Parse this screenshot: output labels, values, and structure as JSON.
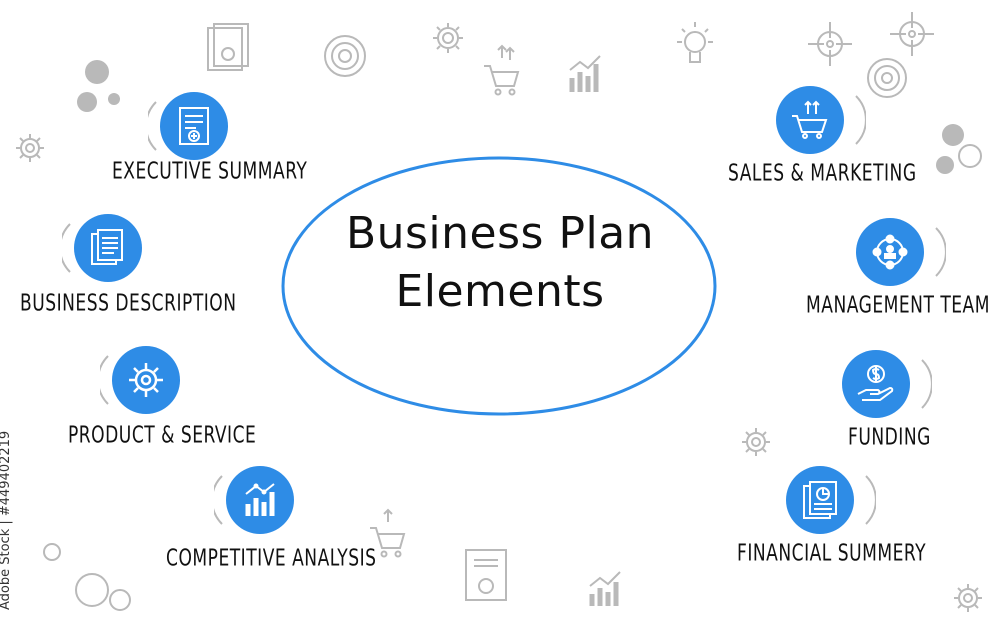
{
  "title": {
    "line1": "Business Plan",
    "line2": "Elements"
  },
  "colors": {
    "accent": "#2e8ce6",
    "decor": "#b9b9b9",
    "text": "#111111"
  },
  "left_items": [
    {
      "label": "EXECUTIVE SUMMARY",
      "icon": "document-icon"
    },
    {
      "label": "BUSINESS DESCRIPTION",
      "icon": "documents-icon"
    },
    {
      "label": "PRODUCT & SERVICE",
      "icon": "gear-icon"
    },
    {
      "label": "COMPETITIVE ANALYSIS",
      "icon": "bar-chart-icon"
    }
  ],
  "right_items": [
    {
      "label": "SALES & MARKETING",
      "icon": "shopping-cart-icon"
    },
    {
      "label": "MANAGEMENT TEAM",
      "icon": "team-icon"
    },
    {
      "label": "FUNDING",
      "icon": "hand-dollar-icon"
    },
    {
      "label": "FINANCIAL SUMMERY",
      "icon": "report-icon"
    }
  ],
  "watermark": "Adobe Stock | #449402219"
}
